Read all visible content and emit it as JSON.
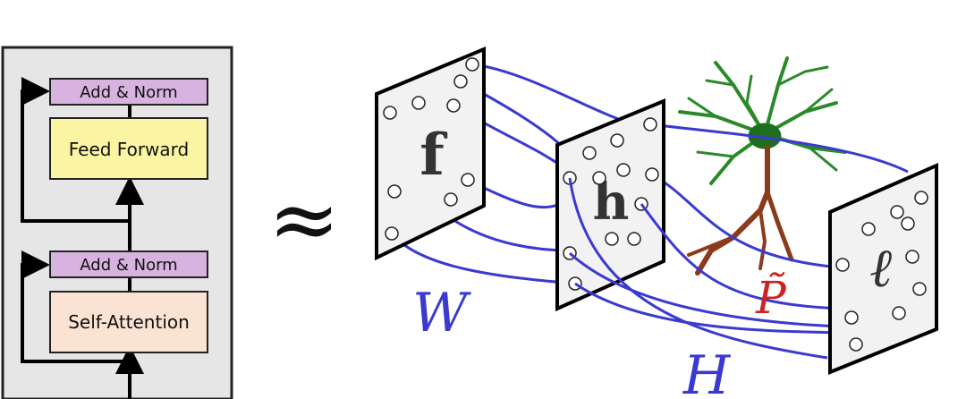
{
  "transformer": {
    "add_norm_top": "Add & Norm",
    "feed_forward": "Feed Forward",
    "add_norm_bottom": "Add & Norm",
    "self_attention": "Self-Attention"
  },
  "approx_symbol": "≈",
  "layers": {
    "f": "f",
    "h": "h",
    "l": "ℓ"
  },
  "weights": {
    "W": "W",
    "H": "H",
    "P_tilde": "P̃"
  },
  "colors": {
    "block_panel": "#e6e6e6",
    "add_norm": "#d9b3e0",
    "feed_forward": "#fbf5a3",
    "self_attention": "#fbe3d4",
    "connections": "#3a3ad0",
    "dendrites": "#2a8a2a",
    "axon": "#8b3a1a",
    "p_label": "#cc2222"
  }
}
